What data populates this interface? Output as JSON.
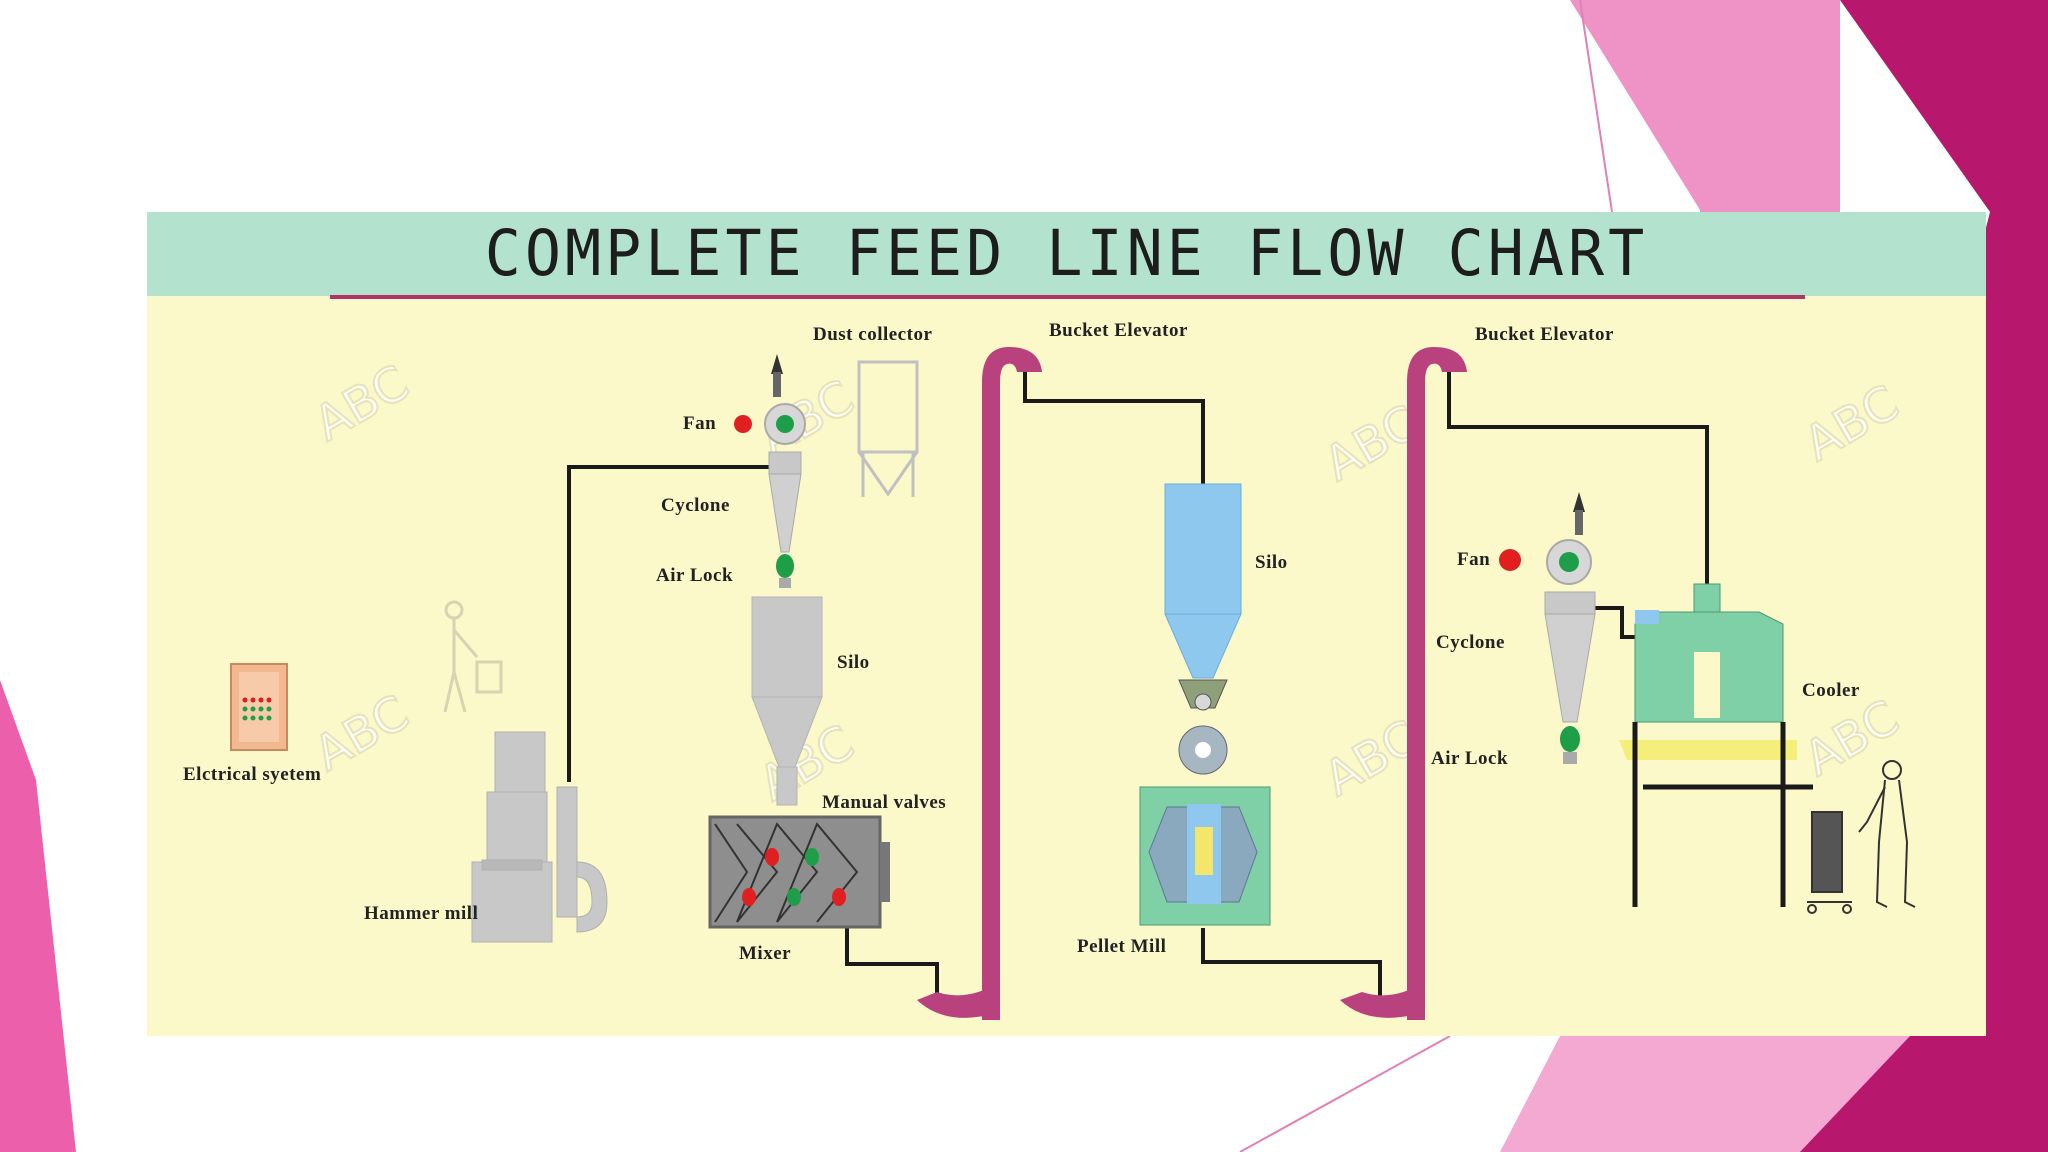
{
  "slide": {
    "title": "COMPLETE FEED LINE FLOW CHART",
    "colors": {
      "panel": "#fbf8c9",
      "title_bar": "#b3e2ce",
      "title_rule": "#b0336a",
      "elevator": "#b8417e",
      "silo_blue": "#8fc8ef",
      "machine_green": "#7fd0a6",
      "fan_red": "#e02020",
      "valve_green": "#1f9e4a",
      "slide_pink": "#e34d9e",
      "slide_magenta": "#b8176e"
    }
  },
  "labels": {
    "dust_collector": "Dust   collector",
    "bucket_elevator_1": "Bucket   Elevator",
    "bucket_elevator_2": "Bucket   Elevator",
    "fan_1": "Fan",
    "fan_2": "Fan",
    "cyclone_1": "Cyclone",
    "cyclone_2": "Cyclone",
    "air_lock_1": "Air Lock",
    "air_lock_2": "Air Lock",
    "silo_1": "Silo",
    "silo_2": "Silo",
    "electrical_system": "Elctrical syetem",
    "manual_valves": "Manual valves",
    "hammer_mill": "Hammer mill",
    "mixer": "Mixer",
    "pellet_mill": "Pellet Mill",
    "cooler": "Cooler"
  },
  "flow": [
    "Hammer mill",
    "Cyclone",
    "Air Lock",
    "Silo",
    "Manual valves",
    "Mixer",
    "Bucket Elevator",
    "Silo",
    "Pellet Mill",
    "Bucket Elevator",
    "Cooler"
  ]
}
